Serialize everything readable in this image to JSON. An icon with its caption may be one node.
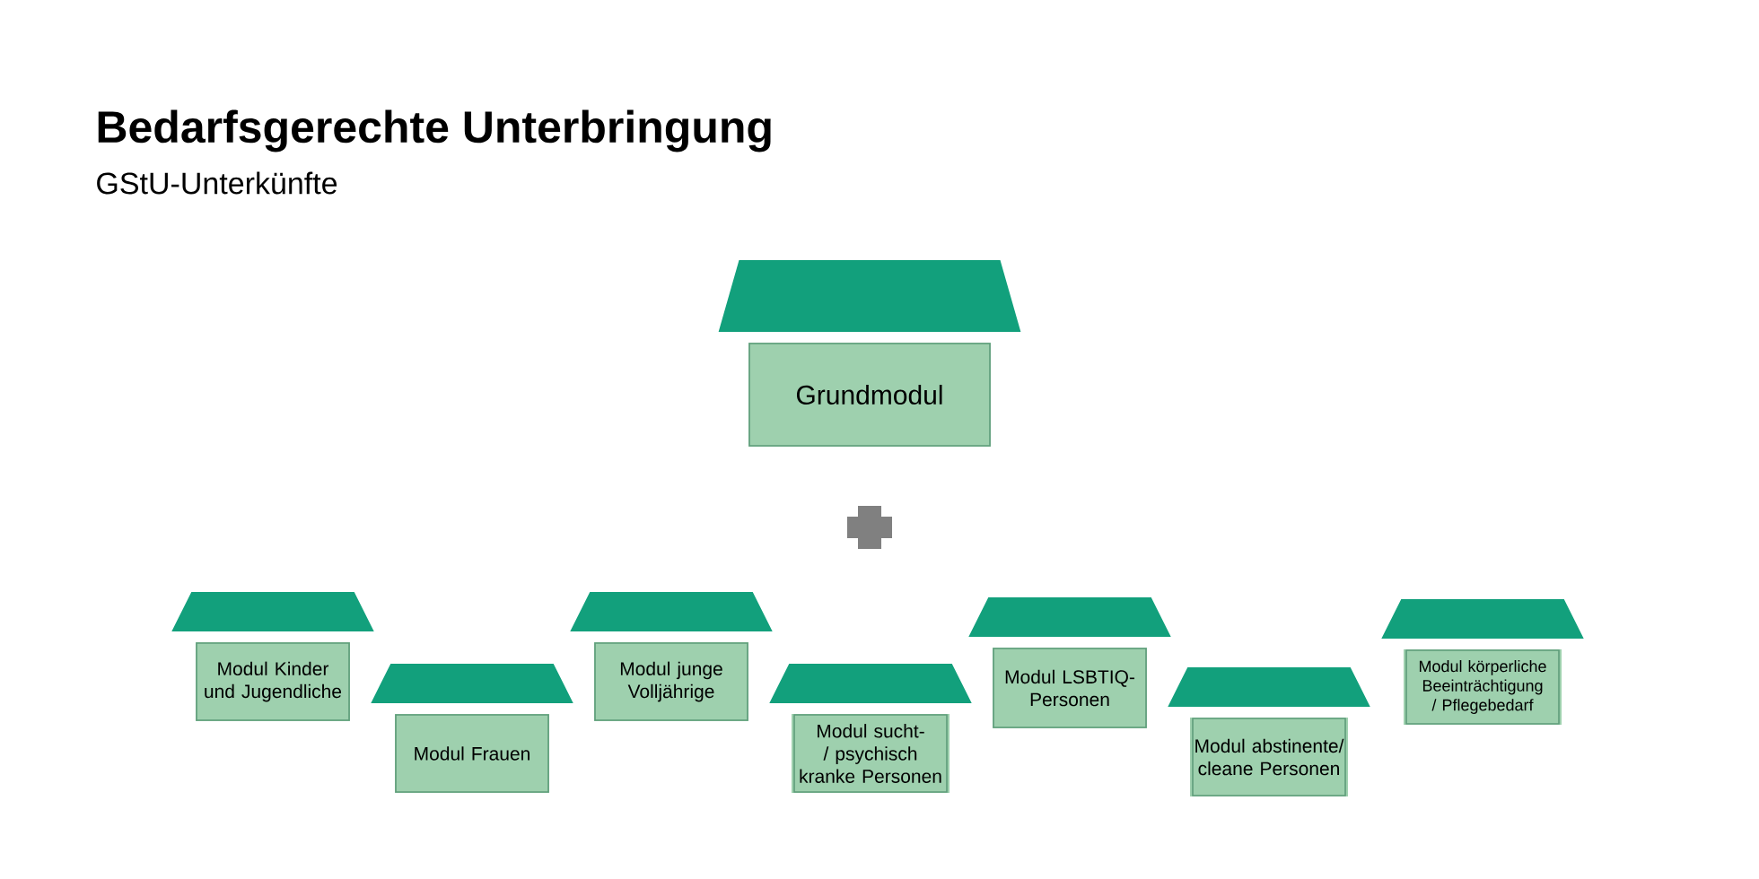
{
  "diagram": {
    "title": "Bedarfsgerechte Unterbringung",
    "nodes": [
      {
        "text": [
          "Grundmodul"
        ]
      },
      {
        "text": [
          "Modul Kinder und Jugendliche"
        ]
      },
      {
        "text": [
          "Modul Frauen"
        ]
      },
      {
        "text": [
          "Modul junge Volljährige"
        ]
      },
      {
        "text": [
          "Modul sucht-/ psychisch kranke Personen"
        ]
      },
      {
        "text": [
          "Modul LSBTIQ- Personen"
        ]
      },
      {
        "text": [
          "Modul abstinente/ cleane Personen"
        ]
      },
      {
        "text": [
          "Modul körperliche Beeinträchtigung / Pflegebedarf"
        ]
      }
    ],
    "labels": [
      "GStU-Unterkünfte"
    ]
  }
}
